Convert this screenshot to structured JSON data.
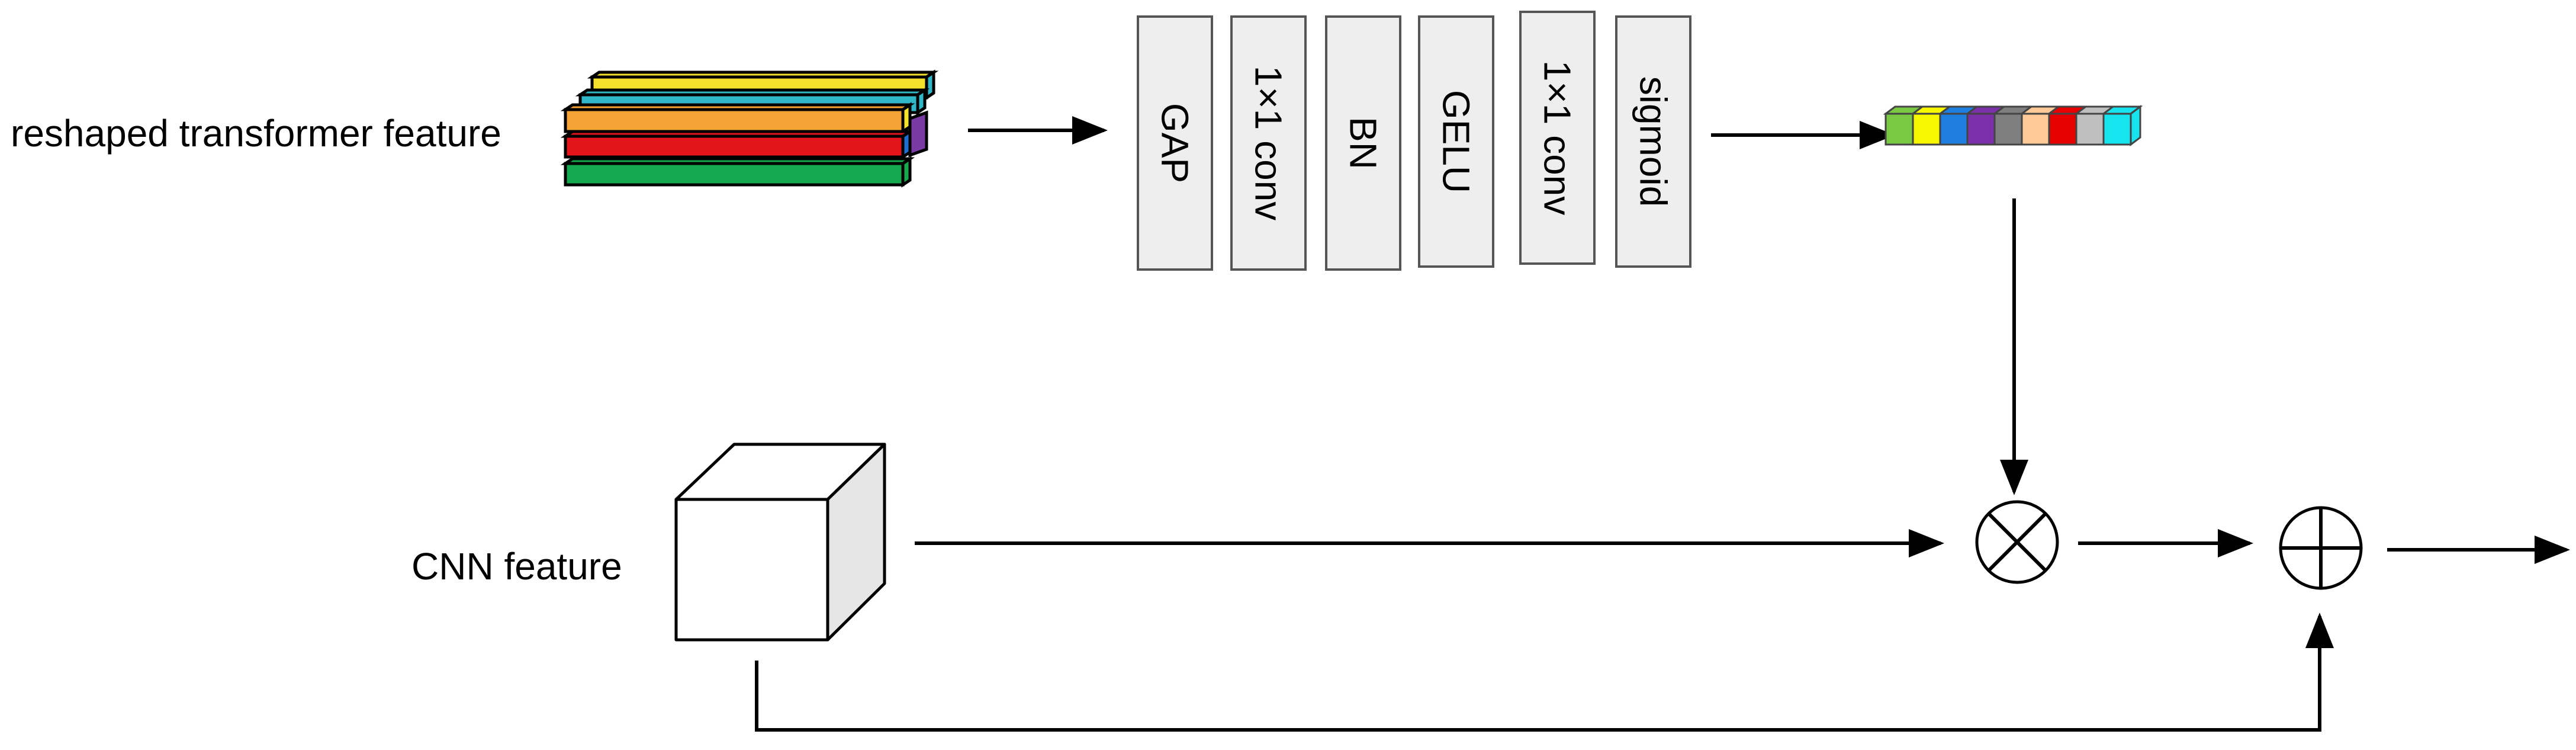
{
  "labels": {
    "transformer_feature": "reshaped transformer feature",
    "cnn_feature": "CNN feature"
  },
  "blocks": [
    {
      "id": "gap",
      "label": "GAP"
    },
    {
      "id": "conv1",
      "label": "1×1 conv"
    },
    {
      "id": "bn",
      "label": "BN"
    },
    {
      "id": "gelu",
      "label": "GELU"
    },
    {
      "id": "conv2",
      "label": "1×1 conv"
    },
    {
      "id": "sigmoid",
      "label": "sigmoid"
    }
  ],
  "operators": {
    "multiply": "⊗",
    "add": "⊕"
  },
  "colors": {
    "block_fill": "#eeeeee",
    "stroke": "#000000",
    "layer_yellow": "#f3e12c",
    "layer_cyan": "#2fb6c7",
    "layer_orange": "#f5a335",
    "layer_red": "#e3141a",
    "layer_green": "#16a84f",
    "layer_blue": "#1f6fd1",
    "layer_purple": "#7a3aa3",
    "vector_cells": [
      "#7ac943",
      "#f7f700",
      "#1e7fe0",
      "#7b2fa8",
      "#7f7f7f",
      "#ffc998",
      "#e60000",
      "#bfbfbf",
      "#16e5f0"
    ]
  }
}
